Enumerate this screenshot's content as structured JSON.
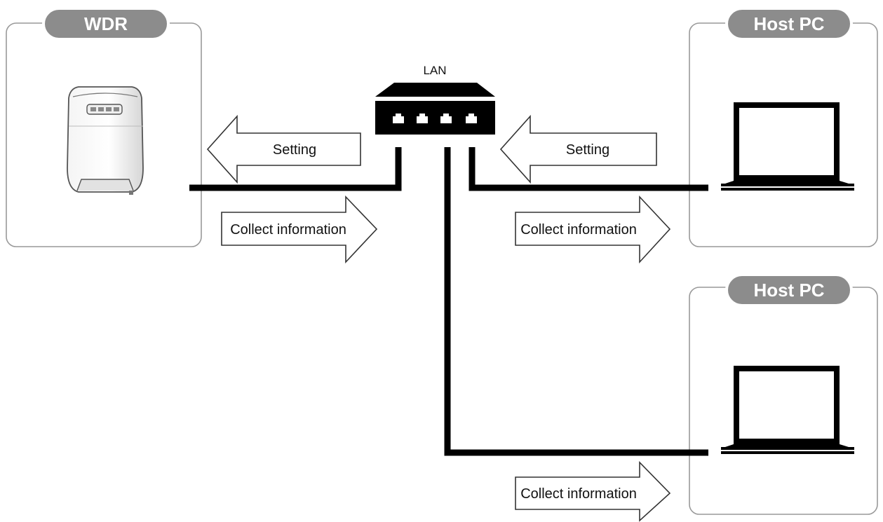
{
  "wdr_box": {
    "title": "WDR"
  },
  "host_pc_1": {
    "title": "Host PC"
  },
  "host_pc_2": {
    "title": "Host PC"
  },
  "lan": {
    "label": "LAN"
  },
  "arrows": {
    "wdr_setting": "Setting",
    "wdr_collect": "Collect information",
    "pc1_setting": "Setting",
    "pc1_collect": "Collect information",
    "pc2_collect": "Collect information"
  },
  "colors": {
    "box_border": "#999999",
    "title_tab": "#8c8c8c",
    "line": "#000000",
    "arrow_fill": "#ffffff"
  },
  "icons": [
    "wdr-device-icon",
    "lan-hub-icon",
    "laptop-icon",
    "laptop-icon"
  ]
}
